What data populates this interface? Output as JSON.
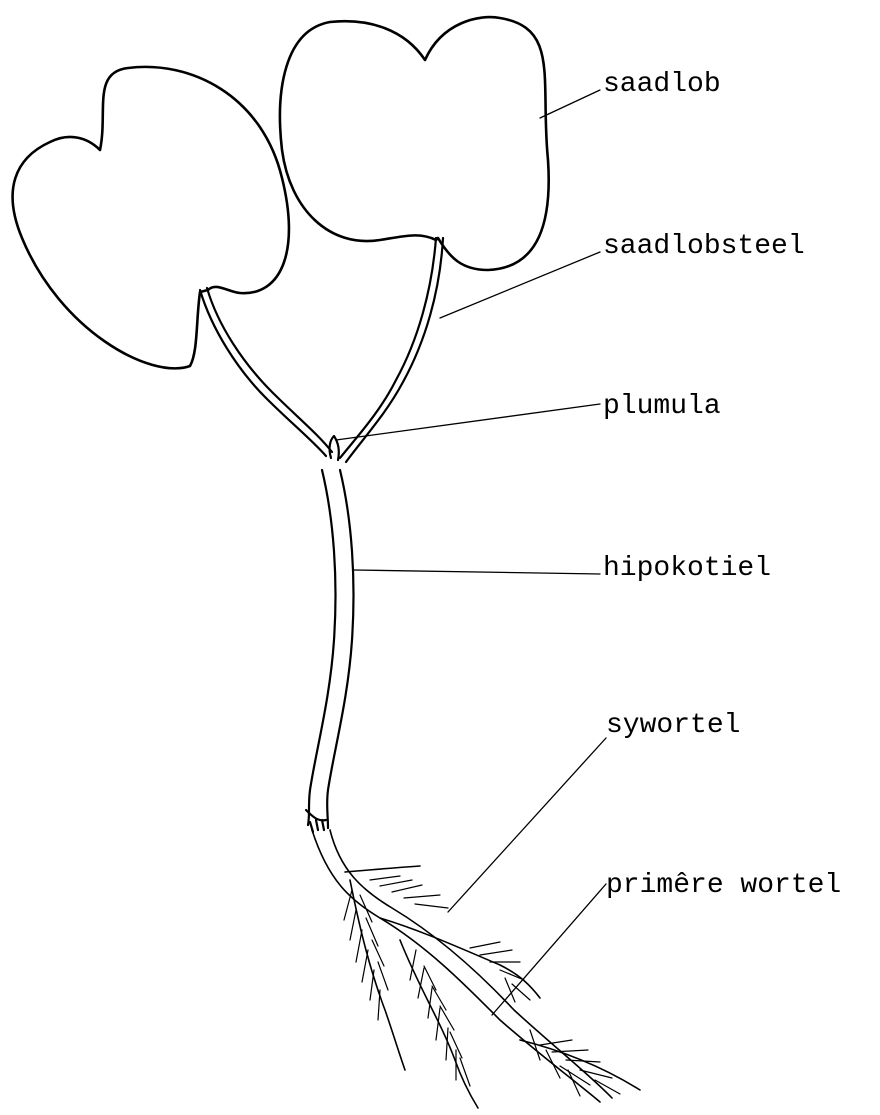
{
  "diagram": {
    "colors": {
      "ink": "#000000",
      "background": "#ffffff"
    },
    "labels": [
      {
        "id": "saadlob",
        "text": "saadlob"
      },
      {
        "id": "saadlobsteel",
        "text": "saadlobsteel"
      },
      {
        "id": "plumula",
        "text": "plumula"
      },
      {
        "id": "hipokotiel",
        "text": "hipokotiel"
      },
      {
        "id": "sywortel",
        "text": "sywortel"
      },
      {
        "id": "primere-wortel",
        "text": "primêre wortel"
      }
    ]
  }
}
